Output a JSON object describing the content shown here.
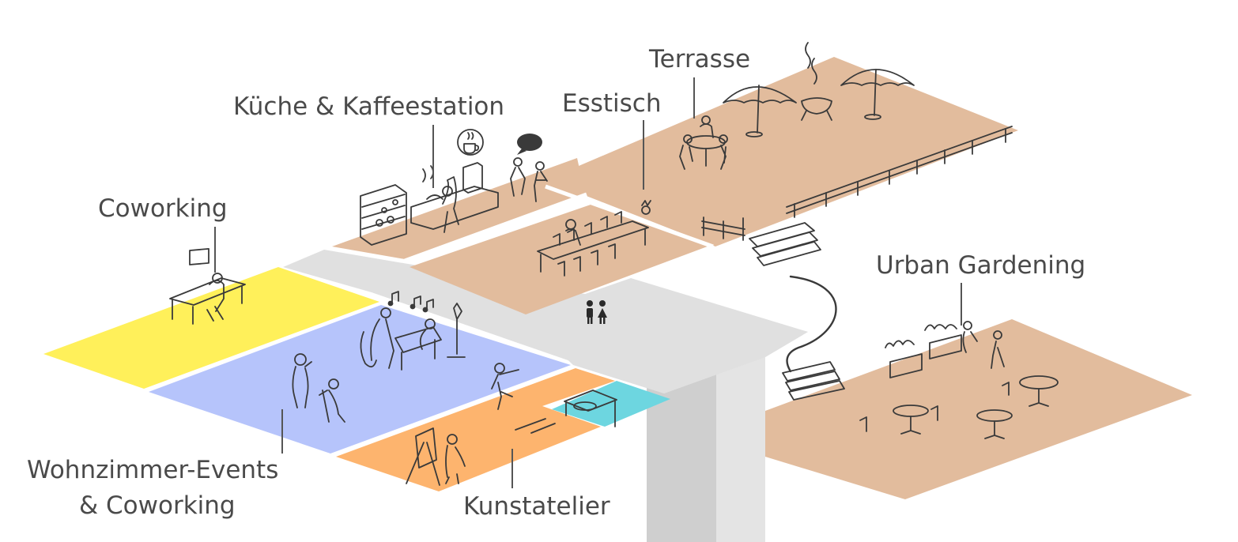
{
  "labels": {
    "coworking": "Coworking",
    "kitchen": "Küche & Kaffeestation",
    "dining": "Esstisch",
    "terrace": "Terrasse",
    "urban_gardening": "Urban Gardening",
    "living_events_line1": "Wohnzimmer-Events",
    "living_events_line2": "& Coworking",
    "art_studio": "Kunstatelier"
  },
  "zone_colors": {
    "coworking": "#fff05a",
    "living_events": "#b6c4fb",
    "art_studio": "#fdb46e",
    "cyan_room": "#6dd6e0",
    "wood": "#e2bc9d",
    "corridor": "#dedede",
    "column": "#d3d3d3"
  },
  "icons": [
    "music-notes-icon",
    "restroom-icon",
    "coffee-cup-icon",
    "speech-bubble-icon",
    "bbq-grill-icon",
    "umbrella-icon"
  ]
}
